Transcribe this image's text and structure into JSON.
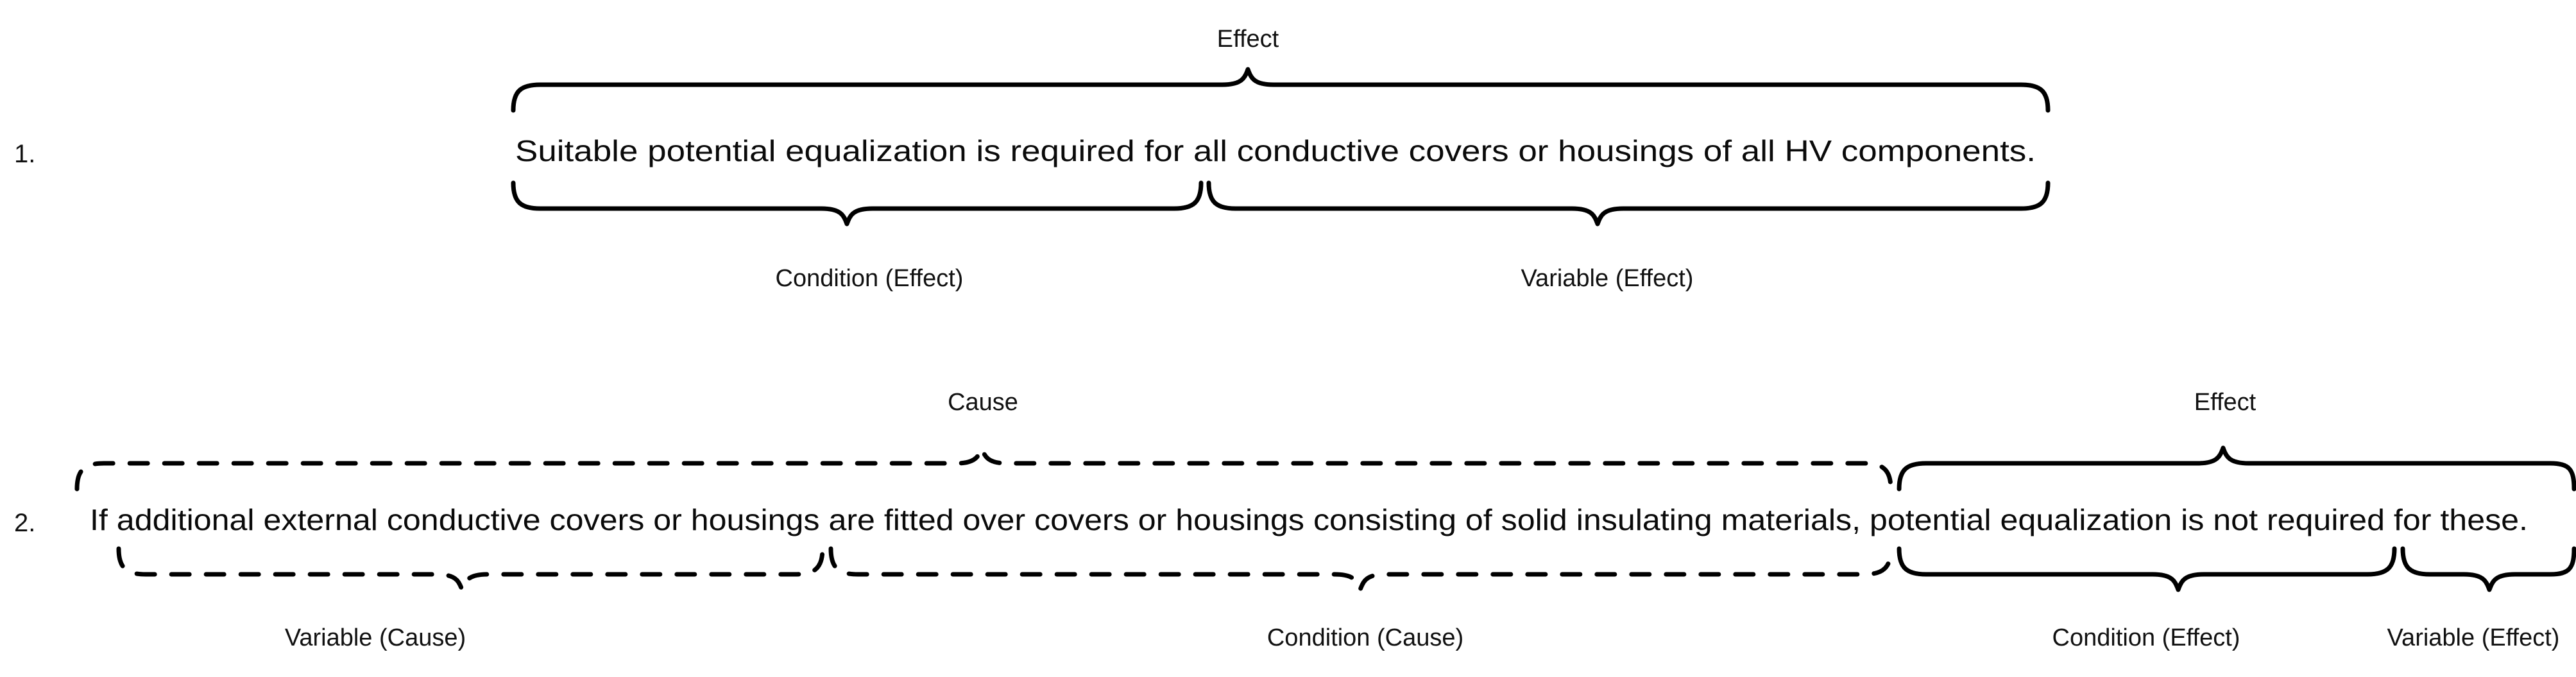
{
  "document": {
    "type": "cause-effect-annotation-diagram",
    "background_color": "#ffffff",
    "text_color": "#111111",
    "brace_color": "#000000"
  },
  "items": [
    {
      "number": "1.",
      "sentence": "Suitable potential equalization is required for all conductive covers or housings of all HV components.",
      "top_labels": [
        {
          "text": "Effect",
          "kind": "effect"
        }
      ],
      "bottom_labels": [
        {
          "text": "Condition (Effect)",
          "kind": "condition-effect"
        },
        {
          "text": "Variable (Effect)",
          "kind": "variable-effect"
        }
      ]
    },
    {
      "number": "2.",
      "sentence": "If additional external conductive  covers or housings are fitted over covers or housings consisting of solid insulating materials, potential equalization is not required for these.",
      "sentence_parts": [
        "If additional external conductive  covers or housings are fitted over covers or housings consisting of solid insulating materials, ",
        "potential equalization is not ",
        "required for these."
      ],
      "top_labels": [
        {
          "text": "Cause",
          "kind": "cause"
        },
        {
          "text": "Effect",
          "kind": "effect"
        }
      ],
      "bottom_labels": [
        {
          "text": "Variable (Cause)",
          "kind": "variable-cause"
        },
        {
          "text": "Condition (Cause)",
          "kind": "condition-cause"
        },
        {
          "text": "Condition (Effect)",
          "kind": "condition-effect"
        },
        {
          "text": "Variable (Effect)",
          "kind": "variable-effect"
        }
      ]
    }
  ]
}
